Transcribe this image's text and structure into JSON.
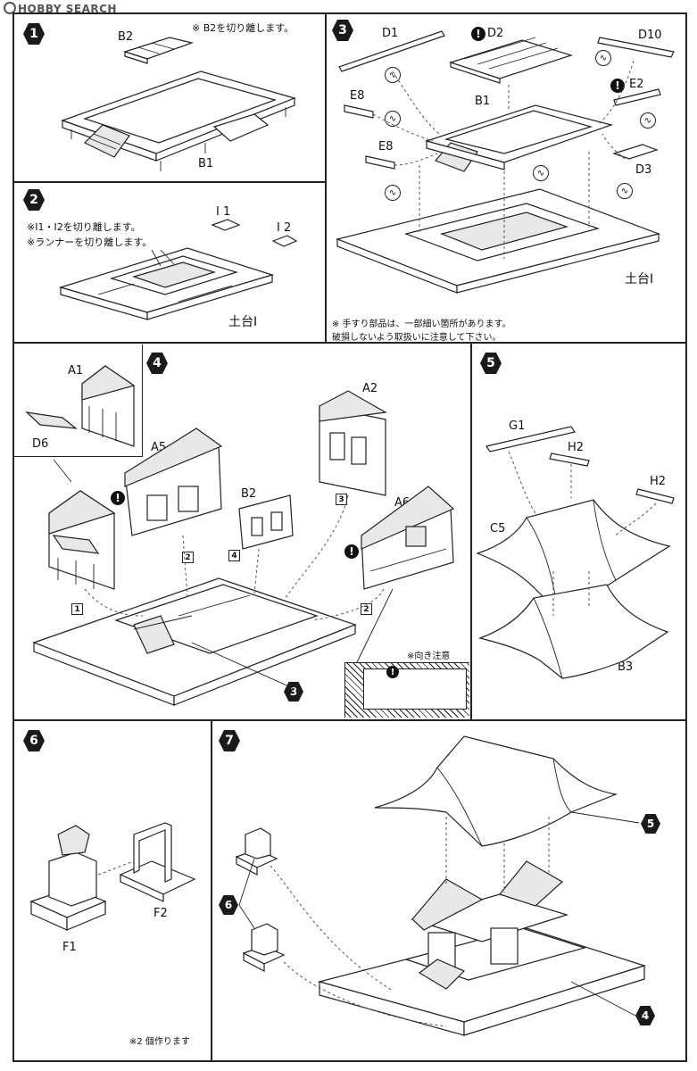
{
  "watermark": "HOBBY SEARCH",
  "steps": {
    "s1": {
      "number": "1",
      "note": "※ B2を切り離します。",
      "labels": {
        "b2": "B2",
        "b1": "B1"
      }
    },
    "s2": {
      "number": "2",
      "note1": "※I1・I2を切り離します。",
      "note2": "※ランナーを切り離します。",
      "labels": {
        "i1": "I 1",
        "i2": "I 2",
        "base": "土台I"
      }
    },
    "s3": {
      "number": "3",
      "labels": {
        "d1": "D1",
        "d2": "D2",
        "d10": "D10",
        "e8a": "E8",
        "b1": "B1",
        "e2a": "E2",
        "e2b": "E2",
        "e8b": "E8",
        "d3": "D3",
        "base": "土台I"
      },
      "note1": "※ 手すり部品は、一部細い箇所があります。",
      "note2": "破損しないよう取扱いに注意して下さい。"
    },
    "s4": {
      "number": "4",
      "labels": {
        "a1": "A1",
        "d6": "D6",
        "a5": "A5",
        "a2": "A2",
        "b2": "B2",
        "a6": "A6"
      },
      "seq": [
        "1",
        "2",
        "3",
        "4",
        "2"
      ],
      "ref": "3",
      "orientation_note": "※向き注意"
    },
    "s5": {
      "number": "5",
      "labels": {
        "g1": "G1",
        "h2a": "H2",
        "h2b": "H2",
        "c5": "C5",
        "b3": "B3"
      }
    },
    "s6": {
      "number": "6",
      "labels": {
        "f1": "F1",
        "f2": "F2"
      },
      "note": "※2 個作ります"
    },
    "s7": {
      "number": "7",
      "refs": {
        "roof": "5",
        "lions": "6",
        "hall": "4"
      }
    }
  },
  "warning_mark": "!"
}
